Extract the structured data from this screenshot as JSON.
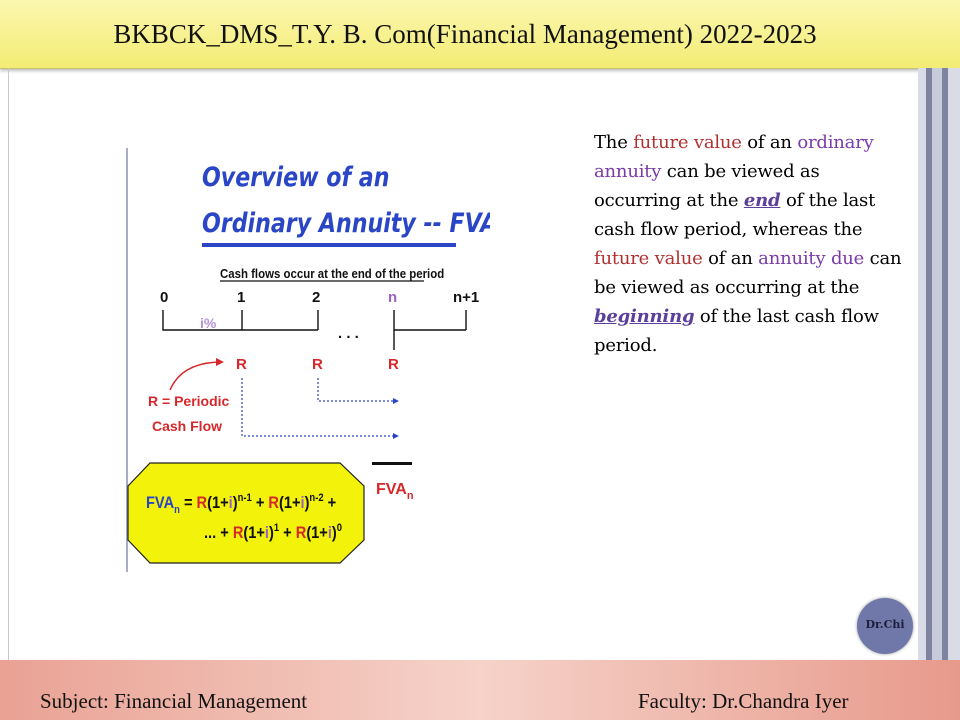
{
  "header": {
    "title": "BKBCK_DMS_T.Y. B. Com(Financial Management) 2022-2023"
  },
  "figure": {
    "title_line1": "Overview of an",
    "title_line2": "Ordinary Annuity -- FVA",
    "caption": "Cash flows occur at the end of the period",
    "timeline_labels": [
      "0",
      "1",
      "2",
      "n",
      "n+1"
    ],
    "rate_label": "i%",
    "dots": ". . .",
    "payment_label": "R",
    "periodic_line1": "R =  Periodic",
    "periodic_line2": "Cash Flow",
    "fva_label": "FVA",
    "fva_sub": "n",
    "formula": {
      "lhs": "FVA",
      "lhs_sub": "n",
      "R": "R",
      "one_plus": "(1+",
      "i": "i",
      "close": ")",
      "exp1": "n-1",
      "exp2": "n-2",
      "exp3": "1",
      "exp4": "0",
      "eq": " = ",
      "plus": " + ",
      "ellipsis": "... + "
    },
    "colors": {
      "title": "#2a46c6",
      "red": "#d6282b",
      "purple": "#9a62c0",
      "formula_bg": "#f2f20a"
    }
  },
  "description": {
    "p1": "The ",
    "fv1": "future value",
    "p2": " of an ",
    "oa": "ordinary annuity",
    "p3": " can be viewed as occurring at the ",
    "end": "end",
    "p4": " of the last cash flow period, whereas the ",
    "fv2": "future value",
    "p5": " of an ",
    "ad": "annuity due",
    "p6": " can be viewed as occurring at the ",
    "beg": "beginning",
    "p7": " of the last cash flow period."
  },
  "badge": {
    "text": "Dr.Chi"
  },
  "footer": {
    "subject": "Subject: Financial Management",
    "faculty": "Faculty: Dr.Chandra Iyer"
  }
}
